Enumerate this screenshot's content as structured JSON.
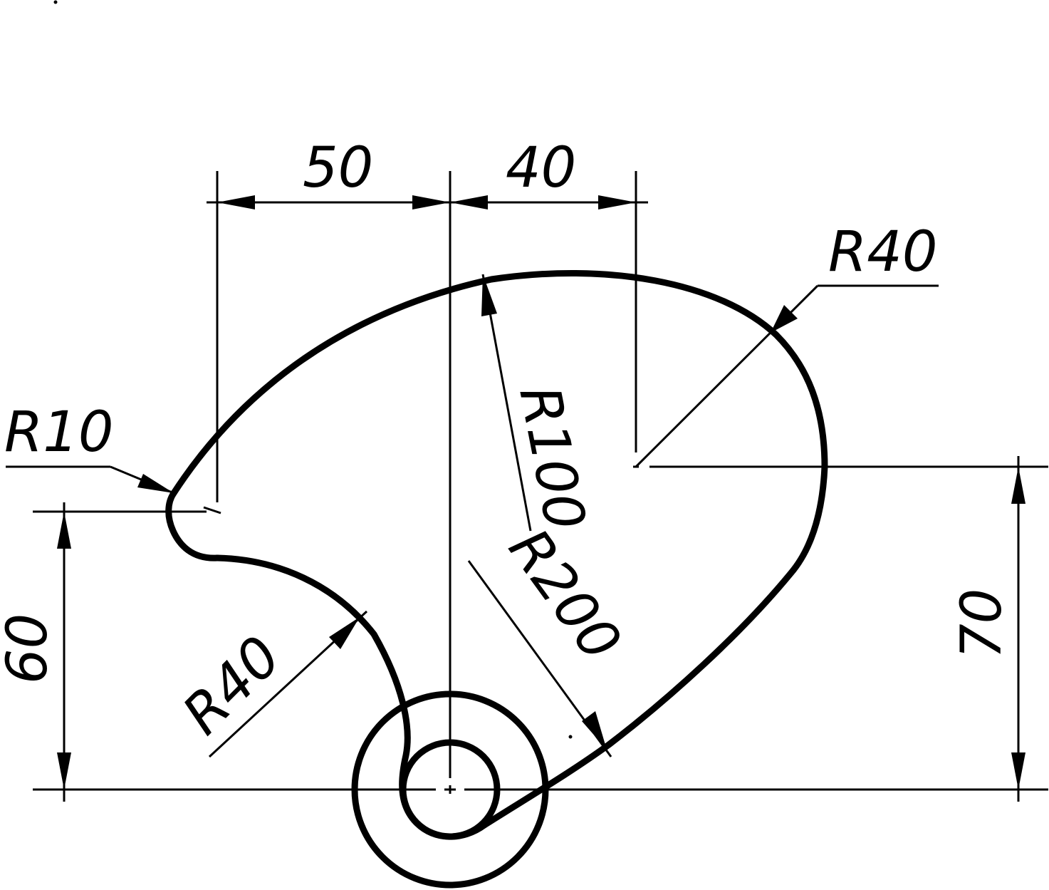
{
  "dimensions": {
    "width_50": "50",
    "width_40": "40",
    "radius_top_right": "R40",
    "radius_left_fillet": "R10",
    "radius_arc_large": "R100",
    "radius_arc_lower_right": "R200",
    "radius_arc_lower_left": "R40",
    "height_left": "60",
    "height_right": "70"
  },
  "colors": {
    "line": "#000000",
    "background": "#ffffff"
  }
}
